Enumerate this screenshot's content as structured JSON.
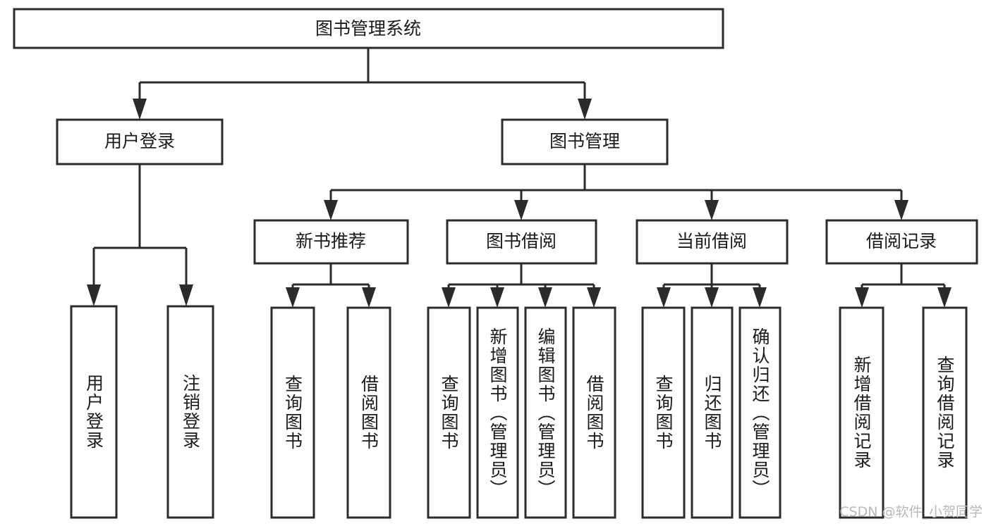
{
  "diagram": {
    "type": "tree-hierarchy",
    "title": "图书管理系统",
    "root": {
      "label": "图书管理系统",
      "level": 0
    },
    "level1": [
      {
        "label": "用户登录"
      },
      {
        "label": "图书管理"
      }
    ],
    "level2": [
      {
        "label": "新书推荐",
        "parent": "图书管理"
      },
      {
        "label": "图书借阅",
        "parent": "图书管理"
      },
      {
        "label": "当前借阅",
        "parent": "图书管理"
      },
      {
        "label": "借阅记录",
        "parent": "图书管理"
      }
    ],
    "leaves": {
      "user_login": [
        {
          "label": "用户登录"
        },
        {
          "label": "注销登录"
        }
      ],
      "new_book_recommend": [
        {
          "label": "查询图书"
        },
        {
          "label": "借阅图书"
        }
      ],
      "book_borrow": [
        {
          "label": "查询图书"
        },
        {
          "label": "新增图书（管理员）"
        },
        {
          "label": "编辑图书（管理员）"
        },
        {
          "label": "借阅图书"
        }
      ],
      "current_borrow": [
        {
          "label": "查询图书"
        },
        {
          "label": "归还图书"
        },
        {
          "label": "确认归还（管理员）"
        }
      ],
      "borrow_record": [
        {
          "label": "新增借阅记录"
        },
        {
          "label": "查询借阅记录"
        }
      ]
    }
  },
  "watermark": {
    "text": "CSDN @软件_小贺同学"
  },
  "colors": {
    "box_stroke": "#2b2b2b",
    "box_fill": "#ffffff",
    "text": "#1a1a1a",
    "watermark": "#b9b9b9",
    "background": "#ffffff"
  }
}
